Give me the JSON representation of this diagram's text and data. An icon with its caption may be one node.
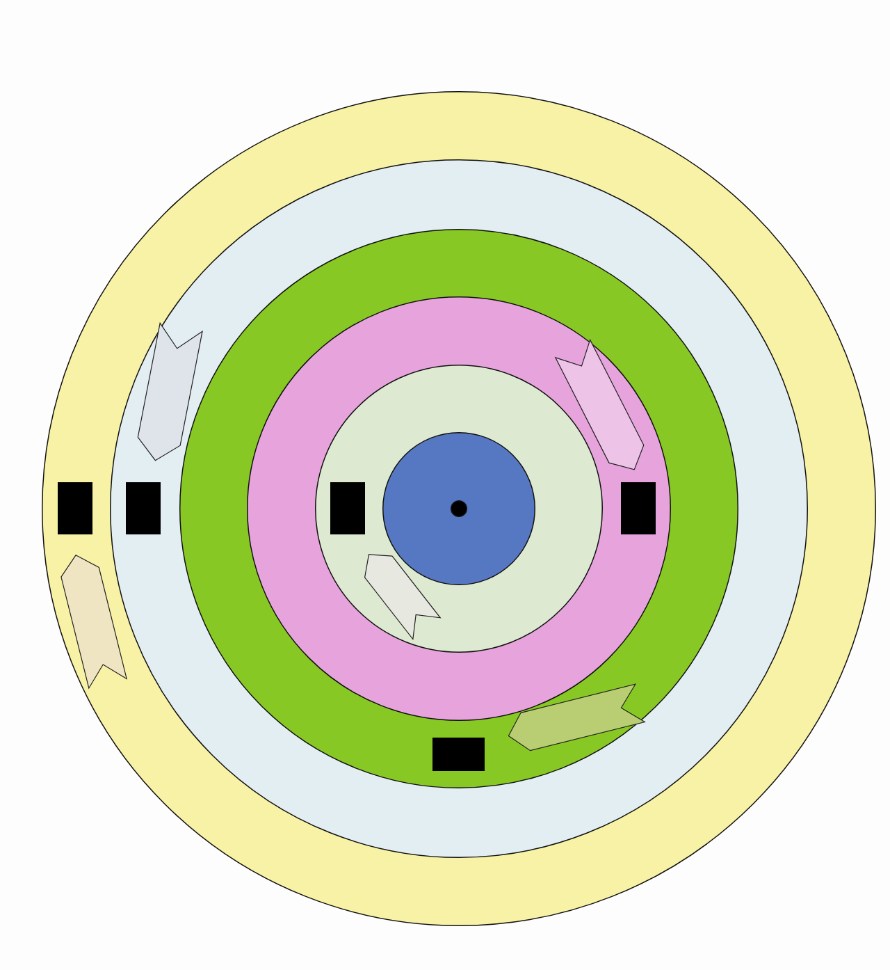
{
  "diagram": {
    "nodes": [
      {
        "text": [],
        "shape": "circle"
      },
      {
        "text": [],
        "shape": "circle",
        "in": 0
      },
      {
        "text": [],
        "shape": "circle",
        "in": 1
      },
      {
        "text": [],
        "shape": "circle",
        "in": 2
      },
      {
        "text": [],
        "shape": "circle",
        "in": 3
      },
      {
        "text": [],
        "shape": "circle",
        "in": 4
      },
      {
        "text": [],
        "shape": "circle",
        "in": 5
      },
      {
        "text": [],
        "shape": "box",
        "in": 0
      },
      {
        "text": [],
        "shape": "box",
        "in": 1
      },
      {
        "text": [],
        "shape": "box",
        "in": 4
      },
      {
        "text": [],
        "shape": "box",
        "in": 2
      },
      {
        "text": [],
        "shape": "box",
        "in": 3
      }
    ]
  }
}
